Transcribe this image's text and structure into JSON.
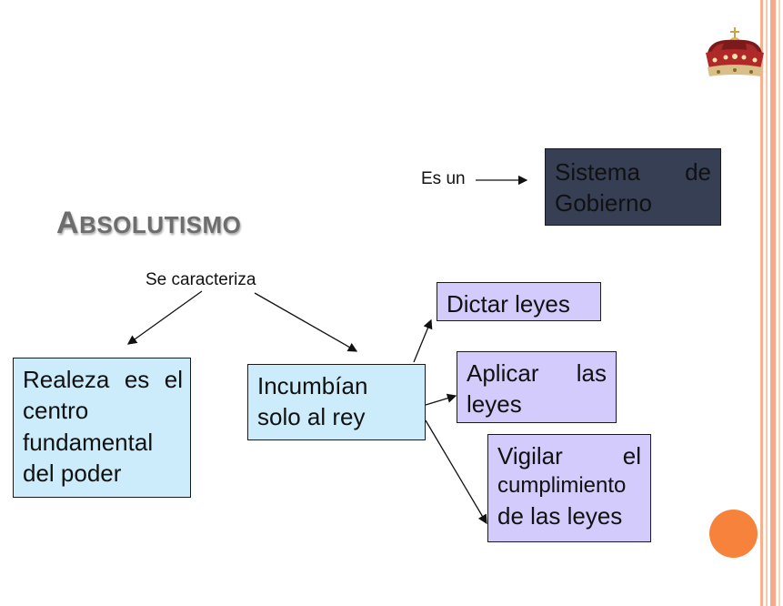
{
  "title": {
    "first_letter": "A",
    "rest": "BSOLUTISMO"
  },
  "top": {
    "label": "Es un",
    "box_line1_left": "Sistema",
    "box_line1_right": "de",
    "box_line2": "Gobierno"
  },
  "middle_label": "Se caracteriza",
  "left_box": {
    "lines": [
      "Realeza es el",
      "centro",
      "fundamental",
      "del poder"
    ]
  },
  "center_box": {
    "lines": [
      "Incumbían",
      "solo al rey"
    ]
  },
  "branches": {
    "dictar": "Dictar leyes",
    "aplicar_left": "Aplicar",
    "aplicar_right": "las",
    "aplicar_line2": "leyes",
    "vigilar_left": "Vigilar",
    "vigilar_right": "el",
    "vigilar_line2": "cumplimiento",
    "vigilar_line3": "de las leyes"
  },
  "icons": {
    "crown": "crown-icon",
    "decoration": "orange-circle"
  }
}
